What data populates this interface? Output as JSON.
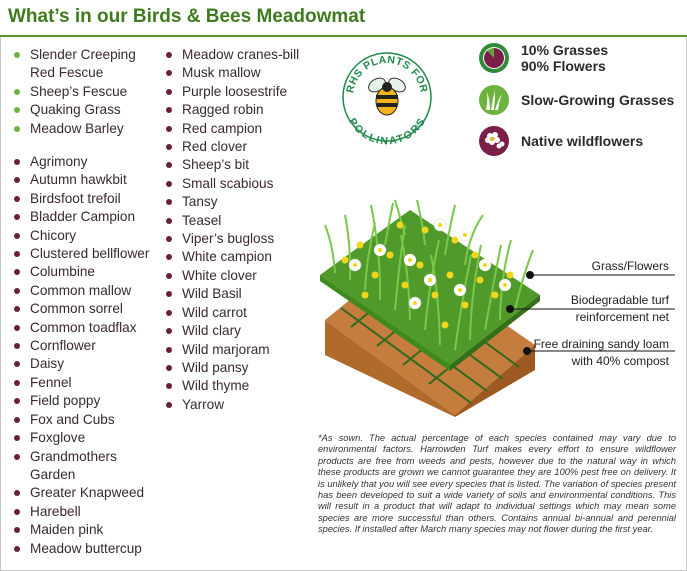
{
  "title": "What’s in our Birds & Bees Meadowmat",
  "grasses": [
    "Slender Creeping Red Fescue",
    "Sheep’s Fescue",
    "Quaking Grass",
    "Meadow Barley"
  ],
  "flowers_col1": [
    "Agrimony",
    "Autumn hawkbit",
    "Birdsfoot trefoil",
    "Bladder Campion",
    "Chicory",
    "Clustered bellflower",
    "Columbine",
    "Common mallow",
    "Common sorrel",
    "Common toadflax",
    "Cornflower",
    "Daisy",
    "Fennel",
    "Field poppy",
    "Fox and Cubs",
    "Foxglove",
    "Grandmothers Garden",
    "Greater Knapweed",
    "Harebell",
    "Maiden pink",
    "Meadow buttercup"
  ],
  "flowers_col2": [
    "Meadow cranes-bill",
    "Musk mallow",
    "Purple loosestrife",
    "Ragged robin",
    "Red campion",
    "Red clover",
    "Sheep’s bit",
    "Small scabious",
    "Tansy",
    "Teasel",
    "Viper’s bugloss",
    "White campion",
    "White clover",
    "Wild Basil",
    "Wild carrot",
    "Wild clary",
    "Wild marjoram",
    "Wild pansy",
    "Wild thyme",
    "Yarrow"
  ],
  "badge": {
    "top_text": "RHS PLANTS FOR",
    "bottom_text": "POLLINATORS",
    "mark": "®"
  },
  "features": [
    {
      "icon": "pie-chart-icon",
      "line1": "10% Grasses",
      "line2": "90% Flowers"
    },
    {
      "icon": "grass-icon",
      "line1": "Slow-Growing Grasses",
      "line2": ""
    },
    {
      "icon": "flower-icon",
      "line1": "Native wildflowers",
      "line2": ""
    }
  ],
  "layers": {
    "top": "Grass/Flowers",
    "mid_line1": "Biodegradable turf",
    "mid_line2": "reinforcement net",
    "bottom_line1": "Free draining sandy loam",
    "bottom_line2": "with 40% compost"
  },
  "note": "*As sown. The actual percentage of each species contained may vary due to environmental factors. Harrowden Turf makes every effort to ensure wildflower products are free from weeds and pests, however due to the natural way in which these products are grown we cannot guarantee they are 100% pest  free on delivery. It is unlikely that you will see every species that is listed. The variation of species present has been developed to suit a wide variety of soils and environmental conditions. This will result in a product that will adapt to individual settings which may mean some species are more successful than others. Contains annual bi-annual and perennial species. If installed after March many species may not flower during the first year.",
  "colors": {
    "green": "#6cb33f",
    "title_green": "#3f7a1f",
    "maroon": "#6a1f3f",
    "soil": "#b8743a"
  }
}
